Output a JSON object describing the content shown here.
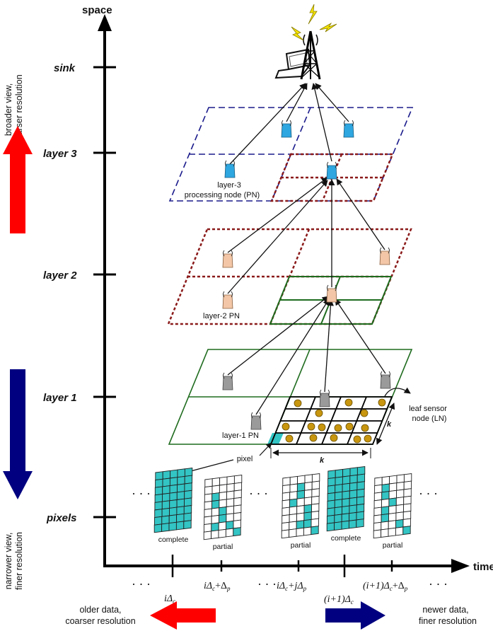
{
  "axes": {
    "y_title": "space",
    "x_title": "time"
  },
  "levels": {
    "sink": "sink",
    "layer3": "layer 3",
    "layer2": "layer 2",
    "layer1": "layer 1",
    "pixels": "pixels"
  },
  "side": {
    "top_line1": "broader view,",
    "top_line2": "coarser resolution",
    "bottom_line1": "narrower view,",
    "bottom_line2": "finer resolution"
  },
  "annotations": {
    "pn3_line1": "layer-3",
    "pn3_line2": "processing node (PN)",
    "pn2": "layer-2 PN",
    "pn1": "layer-1 PN",
    "leaf_line1": "leaf sensor",
    "leaf_line2": "node (LN)",
    "k": "k",
    "pixel": "pixel"
  },
  "frames": {
    "labels": [
      "complete",
      "partial",
      "partial",
      "complete",
      "partial"
    ],
    "ellipsis": "· · ·"
  },
  "ticks": {
    "t1_main": "iΔ",
    "t1_sub": "c",
    "t2_main": "iΔ",
    "t2_sub1": "c",
    "t2_plus": "+Δ",
    "t2_sub2": "p",
    "t3_main": "iΔ",
    "t3_sub1": "c",
    "t3_plus": "+jΔ",
    "t3_sub2": "p",
    "t4_main": "(i+1)Δ",
    "t4_sub": "c",
    "t5_main": "(i+1)Δ",
    "t5_sub1": "c",
    "t5_plus": "+Δ",
    "t5_sub2": "p"
  },
  "bottom": {
    "left_line1": "older data,",
    "left_line2": "coarser resolution",
    "right_line1": "newer data,",
    "right_line2": "finer resolution"
  },
  "colors": {
    "red_arrow": "#ff0000",
    "blue_arrow": "#000080",
    "layer3_border": "#1a1a8c",
    "layer2_border": "#8b1a1a",
    "layer1_border": "#1e6b1e",
    "pixel_fill": "#33c4c4",
    "leaf_node": "#c8960f",
    "node_layer3": "#2ea6e0",
    "node_layer2": "#f2c6a6",
    "node_layer1": "#9a9a9a"
  }
}
